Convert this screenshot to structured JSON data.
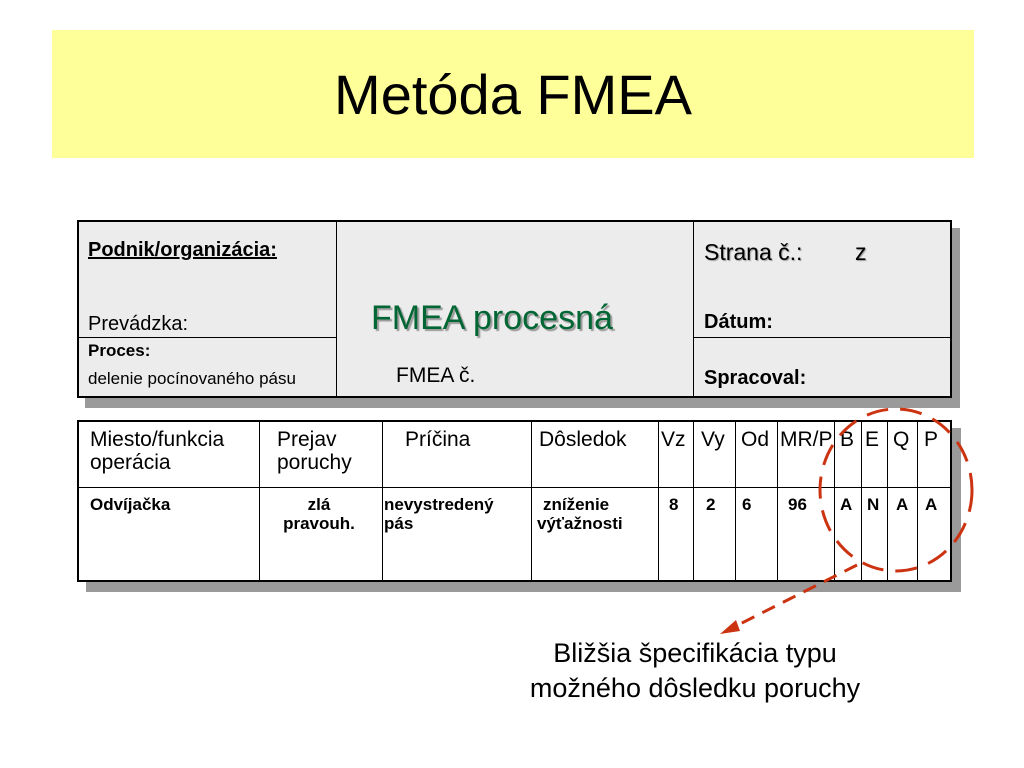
{
  "slide": {
    "title": "Metóda FMEA"
  },
  "header": {
    "company_label": "Podnik/organizácia:",
    "plant_label": "Prevádzka:",
    "process_label": "Proces:",
    "process_value": "delenie pocínovaného pásu",
    "form_title": "FMEA procesná",
    "fmea_no_label": "FMEA č.",
    "page_label": "Strana č.:",
    "page_of": "z",
    "date_label": "Dátum:",
    "prepared_label": "Spracoval:"
  },
  "table": {
    "columns": [
      {
        "line1": "Miesto/funkcia",
        "line2": "operácia"
      },
      {
        "line1": "Prejav",
        "line2": "poruchy"
      },
      {
        "line1": "Príčina",
        "line2": ""
      },
      {
        "line1": "Dôsledok",
        "line2": ""
      },
      {
        "line1": "Vz",
        "line2": ""
      },
      {
        "line1": "Vy",
        "line2": ""
      },
      {
        "line1": "Od",
        "line2": ""
      },
      {
        "line1": "MR/P",
        "line2": ""
      },
      {
        "line1": "B",
        "line2": ""
      },
      {
        "line1": "E",
        "line2": ""
      },
      {
        "line1": "Q",
        "line2": ""
      },
      {
        "line1": "P",
        "line2": ""
      }
    ],
    "row": [
      {
        "line1": "Odvíjačka",
        "line2": ""
      },
      {
        "line1": "zlá",
        "line2": "pravouh."
      },
      {
        "line1": "nevystredený",
        "line2": "pás"
      },
      {
        "line1": "zníženie",
        "line2": "výťažnosti"
      },
      {
        "line1": "8",
        "line2": ""
      },
      {
        "line1": "2",
        "line2": ""
      },
      {
        "line1": "6",
        "line2": ""
      },
      {
        "line1": "96",
        "line2": ""
      },
      {
        "line1": "A",
        "line2": ""
      },
      {
        "line1": "N",
        "line2": ""
      },
      {
        "line1": "A",
        "line2": ""
      },
      {
        "line1": "A",
        "line2": ""
      }
    ]
  },
  "annotation": {
    "line1": "Bližšia špecifikácia typu",
    "line2": "možného dôsledku poruchy"
  },
  "colors": {
    "title_band": "#ffff99",
    "form_title": "#006633",
    "header_box": "#ececec",
    "annotation_marker": "#cc3311"
  }
}
